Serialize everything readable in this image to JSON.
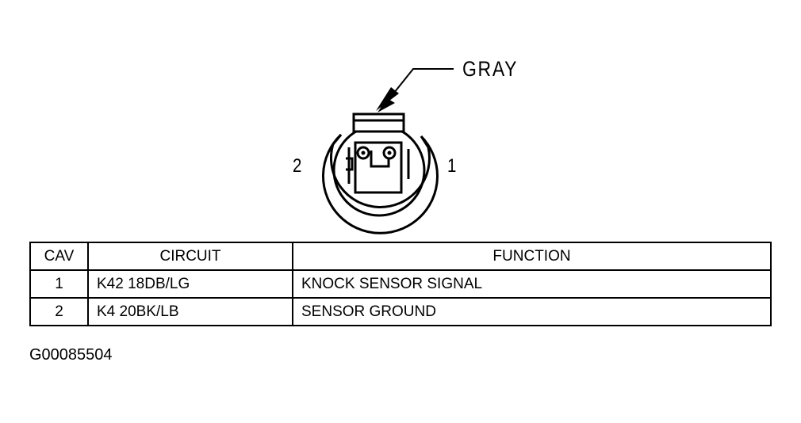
{
  "connector": {
    "color_label": "GRAY",
    "pin_left": "2",
    "pin_right": "1"
  },
  "table": {
    "headers": [
      "CAV",
      "CIRCUIT",
      "FUNCTION"
    ],
    "rows": [
      {
        "cav": "1",
        "circuit": "K42 18DB/LG",
        "function": "KNOCK SENSOR SIGNAL"
      },
      {
        "cav": "2",
        "circuit": "K4 20BK/LB",
        "function": "SENSOR GROUND"
      }
    ]
  },
  "figure_id": "G00085504"
}
